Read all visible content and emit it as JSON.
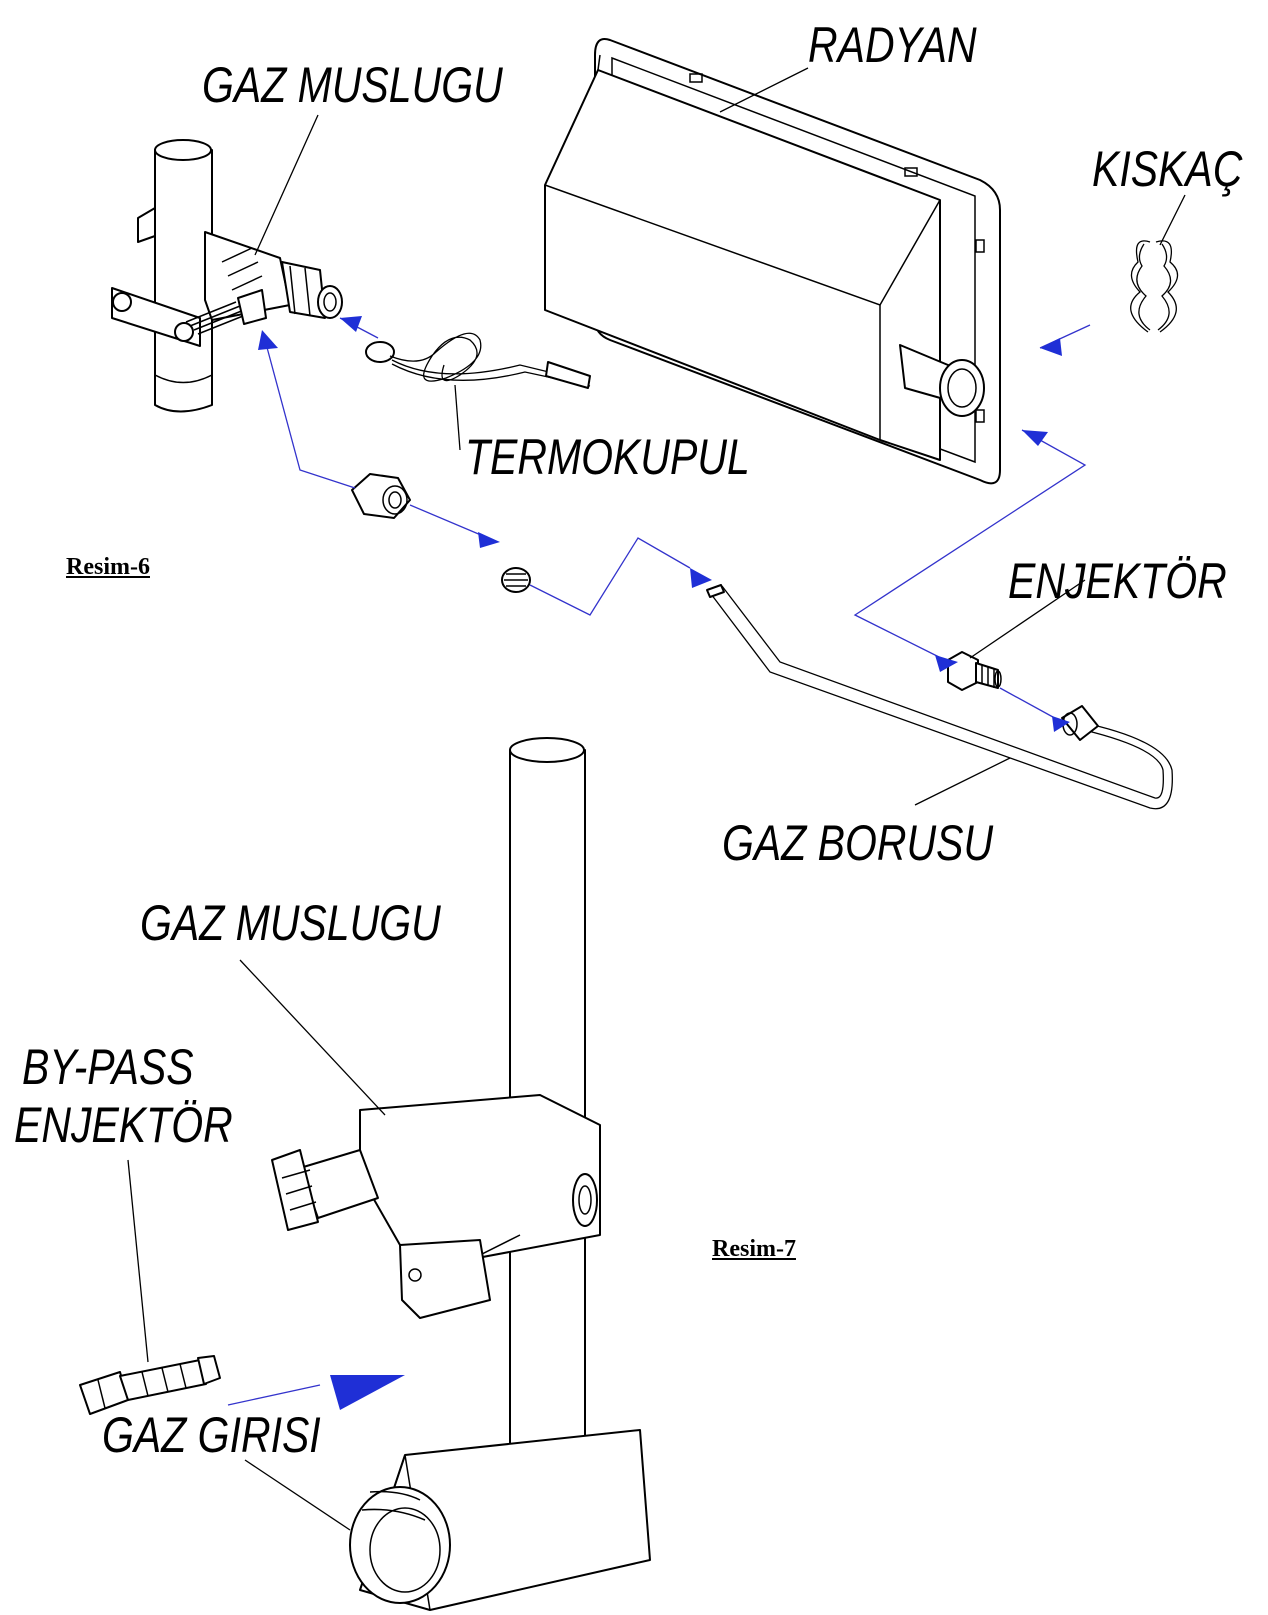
{
  "labels": {
    "gaz_muslugu_top": "GAZ MUSLUGU",
    "radyan": "RADYAN",
    "kiskac": "KISKAÇ",
    "termokupul": "TERMOKUPUL",
    "enjektor": "ENJEKTÖR",
    "gaz_borusu": "GAZ BORUSU",
    "gaz_muslugu_bottom": "GAZ MUSLUGU",
    "bypass_line1": "BY-PASS",
    "bypass_line2": "ENJEKTÖR",
    "gaz_girisi": "GAZ GIRISI"
  },
  "captions": {
    "resim6": "Resim-6",
    "resim7": "Resim-7"
  },
  "colors": {
    "line": "#000000",
    "flow": "#3333cc",
    "arrow": "#1f2fd6"
  }
}
